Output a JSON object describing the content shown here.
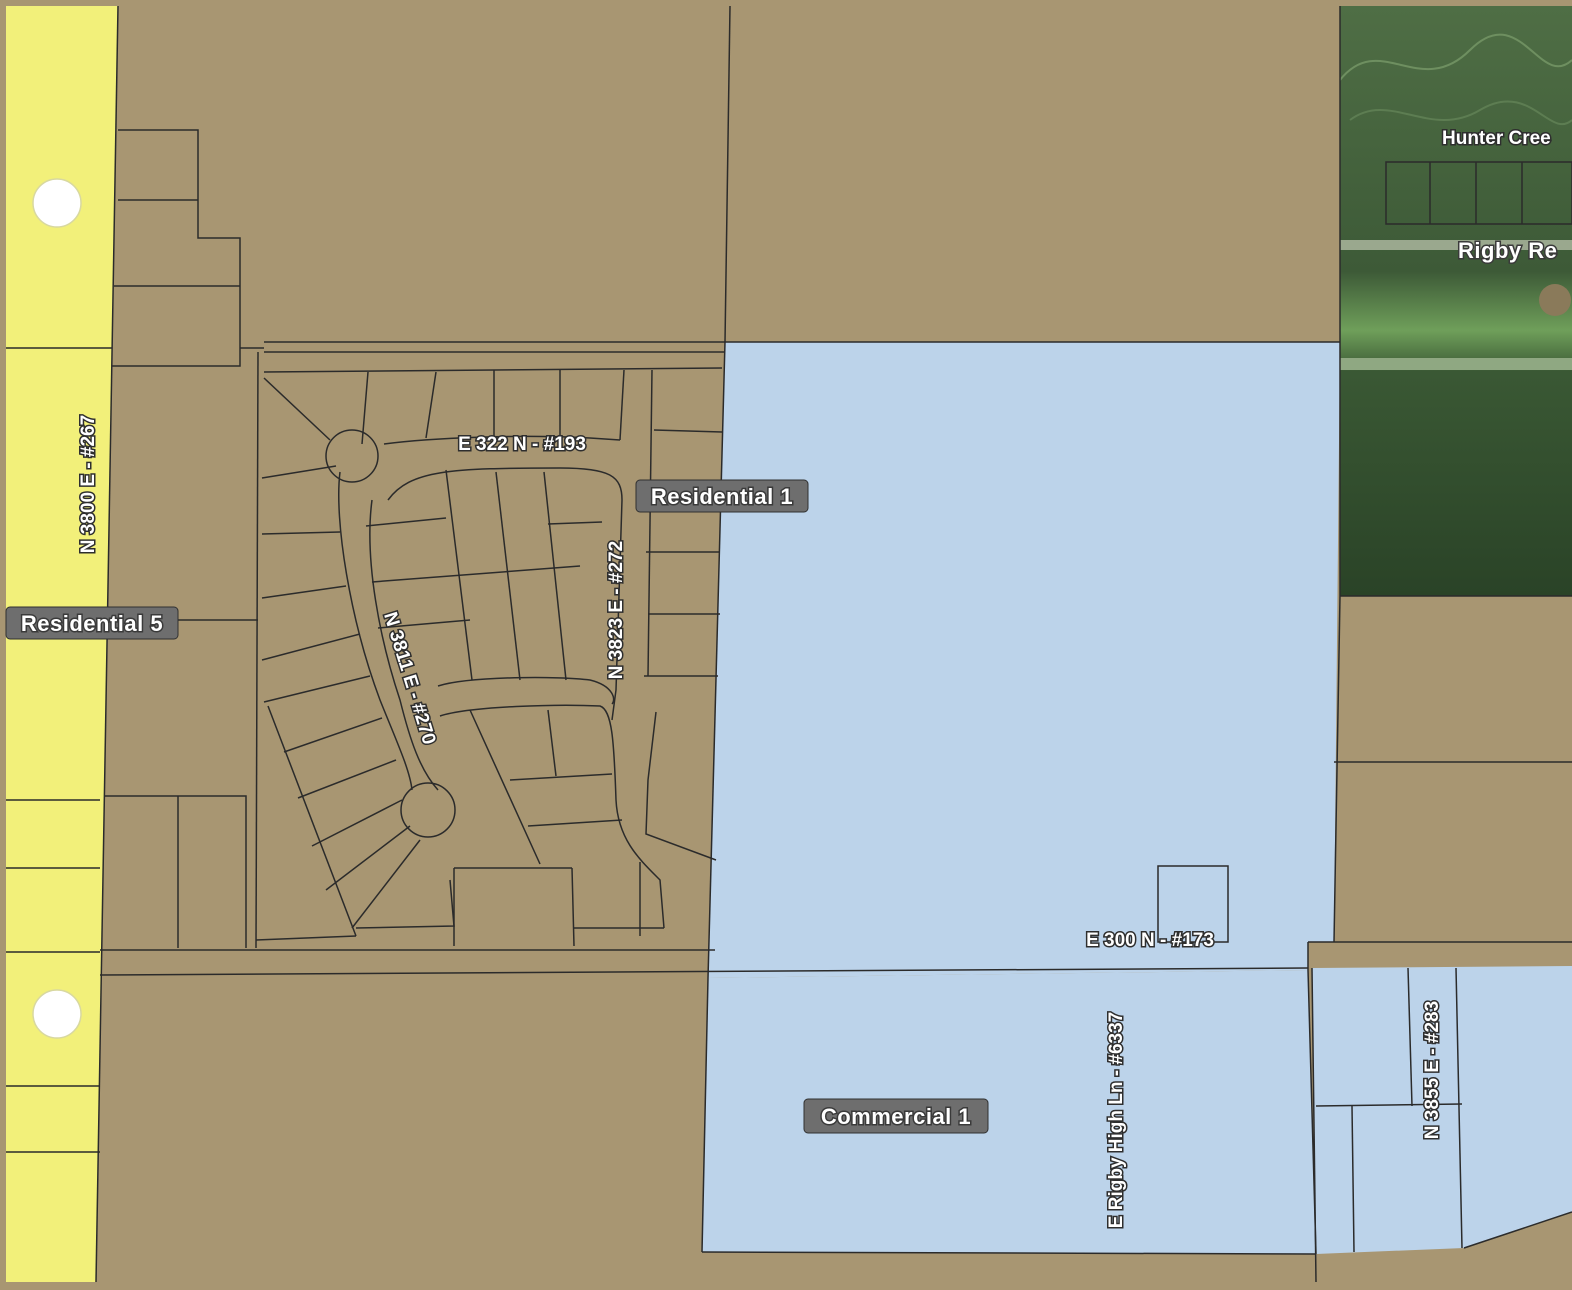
{
  "map": {
    "colors": {
      "agricultural": "#a89672",
      "residential5": "#f2f07a",
      "commercial": "#bcd3ea",
      "aerial_dark": "#2e4a2c",
      "aerial_light": "#6a9a55",
      "parcel_line": "#2b2b2b"
    },
    "zones": {
      "residential_1": "Residential 1",
      "residential_5": "Residential 5",
      "commercial_1": "Commercial 1"
    },
    "roads": {
      "n3800e": "N 3800 E - #267",
      "e322n": "E 322 N - #193",
      "n3823e": "N 3823 E - #272",
      "n3811e": "N 3811 E - #270",
      "e300n": "E 300 N - #173",
      "e_rigby_high": "E Rigby High Ln - #6337",
      "n3855e": "N 3855 E - #283"
    },
    "aerial_labels": {
      "hunter_creek": "Hunter Cree",
      "rigby_re": "Rigby Re"
    },
    "icons": [
      "binder-hole-icon"
    ]
  }
}
